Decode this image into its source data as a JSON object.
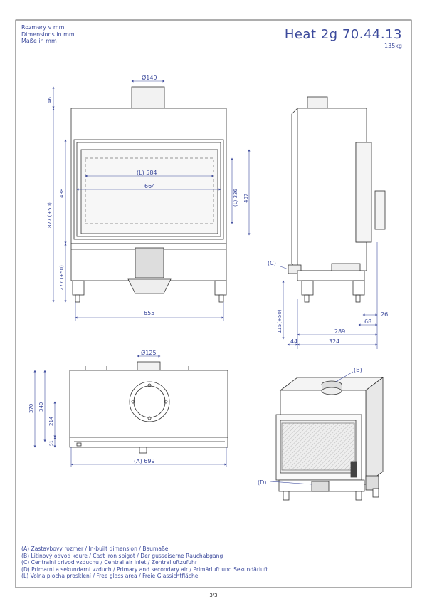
{
  "header": {
    "dim_label_cz": "Rozmery v mm",
    "dim_label_en": "Dimensions in mm",
    "dim_label_de": "Maße in mm",
    "title": "Heat 2g 70.44.13",
    "weight": "135kg"
  },
  "front_view": {
    "flue_diameter": "Ø149",
    "top_offset": "46",
    "total_height": "877 (+50)",
    "glass_height": "438",
    "base_height": "277 (+50)",
    "visible_width": "(L) 584",
    "door_width": "664",
    "visible_height": "(L) 336",
    "door_height": "407",
    "overall_width": "655"
  },
  "side_view": {
    "callout_c": "(C)",
    "leg_height": "115(+50)",
    "dim_26": "26",
    "dim_68": "68",
    "dim_289": "289",
    "dim_44": "44",
    "dim_324": "324"
  },
  "top_view": {
    "spigot_diameter": "Ø125",
    "depth_370": "370",
    "depth_340": "340",
    "dim_214": "214",
    "dim_51": "51",
    "built_in_width": "(A) 699"
  },
  "iso_view": {
    "callout_b": "(B)",
    "callout_d": "(D)"
  },
  "legend": [
    "(A)  Zastavbovy rozmer / In-built dimension / Baumaße",
    "(B)  Litinový odvod koure / Cast iron spigot / Der gusseiserne Rauchabgang",
    "(C)  Centralni privod vzduchu / Central air inlet / Zentralluftzufuhr",
    "(D)  Primarni a sekundarni vzduch / Primary and secondary air / Primärluft und Sekundärluft",
    "(L)  Volna plocha prosklení / Free glass area / Freie Glassichtfläche"
  ],
  "page": "3/3",
  "colors": {
    "line": "#3c4a9c",
    "drawing": "#333333",
    "fill": "#e8e8e8"
  }
}
